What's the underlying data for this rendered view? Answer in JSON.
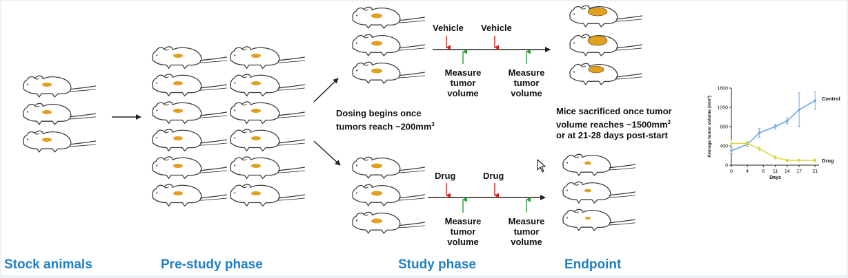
{
  "phases": {
    "stock": "Stock animals",
    "prestudy": "Pre-study phase",
    "study": "Study phase",
    "endpoint": "Endpoint"
  },
  "study": {
    "vehicle_arm": {
      "dose_label_1": "Vehicle",
      "dose_label_2": "Vehicle",
      "measure_1": [
        "Measure",
        "tumor",
        "volume"
      ],
      "measure_2": [
        "Measure",
        "tumor",
        "volume"
      ]
    },
    "drug_arm": {
      "dose_label_1": "Drug",
      "dose_label_2": "Drug",
      "measure_1": [
        "Measure",
        "tumor",
        "volume"
      ],
      "measure_2": [
        "Measure",
        "tumor",
        "volume"
      ]
    },
    "dosing_note": {
      "line1": "Dosing begins once",
      "line2_pre": "tumors reach ~200mm",
      "line2_sup": "3"
    }
  },
  "endpoint": {
    "note_line1": "Mice sacrificed once tumor",
    "note_line2_pre": "volume reaches ~1500mm",
    "note_line2_sup": "3",
    "note_line3": "or at 21-28 days post-start"
  },
  "colors": {
    "phase_label": "#1f7fc8",
    "dose_arrow": "#d62020",
    "measure_arrow": "#2a9d3a",
    "control_series": "#6fa3e6",
    "drug_series": "#d8d24a",
    "tumor": "#e0a020"
  },
  "chart_data": {
    "type": "line",
    "xlabel": "Days",
    "ylabel": "Average tumor volume (mm³)",
    "x": [
      0,
      4,
      7,
      11,
      14,
      17,
      21
    ],
    "xticks": [
      "0",
      "4",
      "8",
      "11",
      "14",
      "17",
      "21"
    ],
    "yticks": [
      "0",
      "400",
      "800",
      "1200",
      "1600"
    ],
    "ylim": [
      0,
      1600
    ],
    "xlim": [
      0,
      22
    ],
    "grid": false,
    "series": [
      {
        "name": "Control",
        "values": [
          300,
          430,
          670,
          800,
          920,
          1150,
          1340
        ],
        "err": [
          60,
          40,
          90,
          50,
          60,
          350,
          180
        ]
      },
      {
        "name": "Drug",
        "values": [
          450,
          450,
          340,
          160,
          100,
          100,
          100
        ],
        "err": [
          80,
          40,
          40,
          30,
          20,
          20,
          30
        ]
      }
    ]
  }
}
